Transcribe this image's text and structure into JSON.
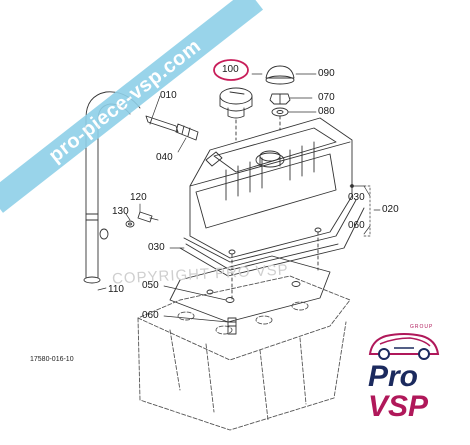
{
  "labels": {
    "p010": "010",
    "p020": "020",
    "p030a": "030",
    "p030b": "030",
    "p040": "040",
    "p050": "050",
    "p060a": "060",
    "p060b": "060",
    "p070": "070",
    "p080": "080",
    "p090": "090",
    "p100": "100",
    "p110": "110",
    "p120": "120",
    "p130": "130"
  },
  "drawing_code": "17580-016-10",
  "watermark": "COPYRIGHT PRO VSP",
  "banner_text": "pro-piece-vsp.com",
  "logo": {
    "group": "GROUP",
    "pro": "Pro",
    "vsp": "VSP"
  },
  "colors": {
    "line": "#333333",
    "highlight": "#c81e5a",
    "banner": "#8fd0e8",
    "logo_navy": "#1b2a5e",
    "logo_magenta": "#b0185a"
  }
}
